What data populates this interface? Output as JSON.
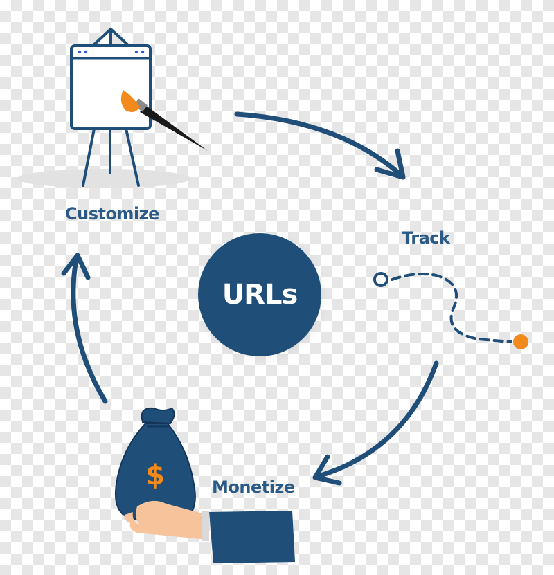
{
  "diagram": {
    "center_label": "URLs",
    "steps": [
      {
        "id": "customize",
        "label": "Customize"
      },
      {
        "id": "track",
        "label": "Track"
      },
      {
        "id": "monetize",
        "label": "Monetize"
      }
    ],
    "money_symbol": "$"
  },
  "colors": {
    "primary": "#1f4e79",
    "label": "#2a5a85",
    "accent": "#f28a1c",
    "skin": "#f6c39a"
  },
  "icons": [
    "easel-icon",
    "paintbrush-icon",
    "path-icon",
    "money-bag-icon",
    "hand-icon"
  ]
}
